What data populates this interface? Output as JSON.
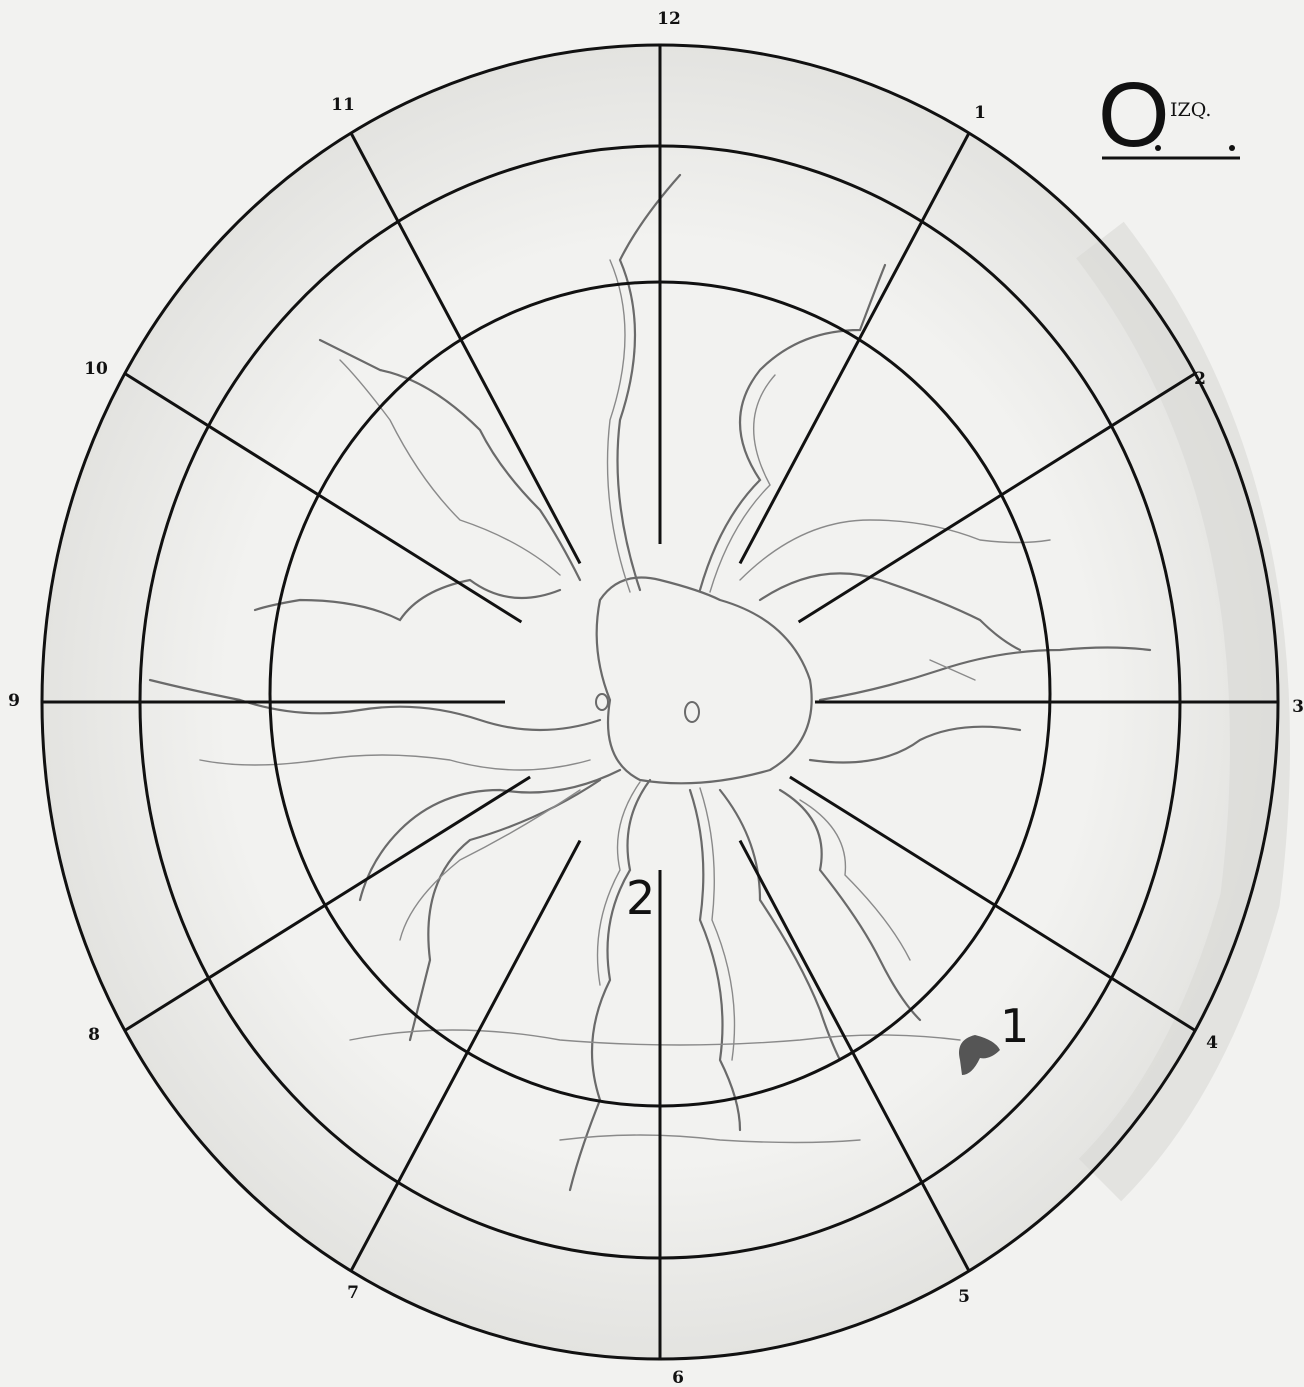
{
  "eye": {
    "letter": "O",
    "side": "IZQ."
  },
  "clock_labels": [
    "12",
    "1",
    "2",
    "3",
    "4",
    "5",
    "6",
    "7",
    "8",
    "9",
    "10",
    "11"
  ],
  "annotations": [
    {
      "id": "lesion",
      "label": "1"
    },
    {
      "id": "vessel-mark",
      "label": "2"
    }
  ],
  "colors": {
    "paper": "#f2f2f0",
    "ink": "#111111",
    "pencil": "#6a6a6a",
    "lesion": "#555555"
  }
}
